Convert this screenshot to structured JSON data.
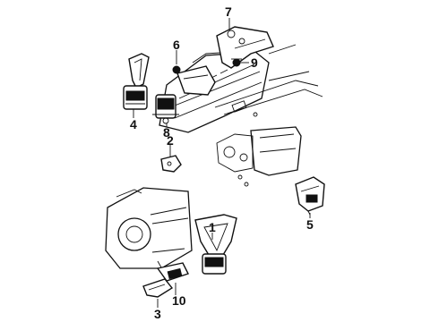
{
  "diagram": {
    "callouts": [
      {
        "id": "1",
        "text": "1"
      },
      {
        "id": "2",
        "text": "2"
      },
      {
        "id": "3",
        "text": "3"
      },
      {
        "id": "4",
        "text": "4"
      },
      {
        "id": "5",
        "text": "5"
      },
      {
        "id": "6",
        "text": "6"
      },
      {
        "id": "7",
        "text": "7"
      },
      {
        "id": "8",
        "text": "8"
      },
      {
        "id": "9",
        "text": "9"
      },
      {
        "id": "10",
        "text": "10"
      }
    ],
    "colors": {
      "ink": "#111111",
      "background": "#ffffff"
    }
  }
}
